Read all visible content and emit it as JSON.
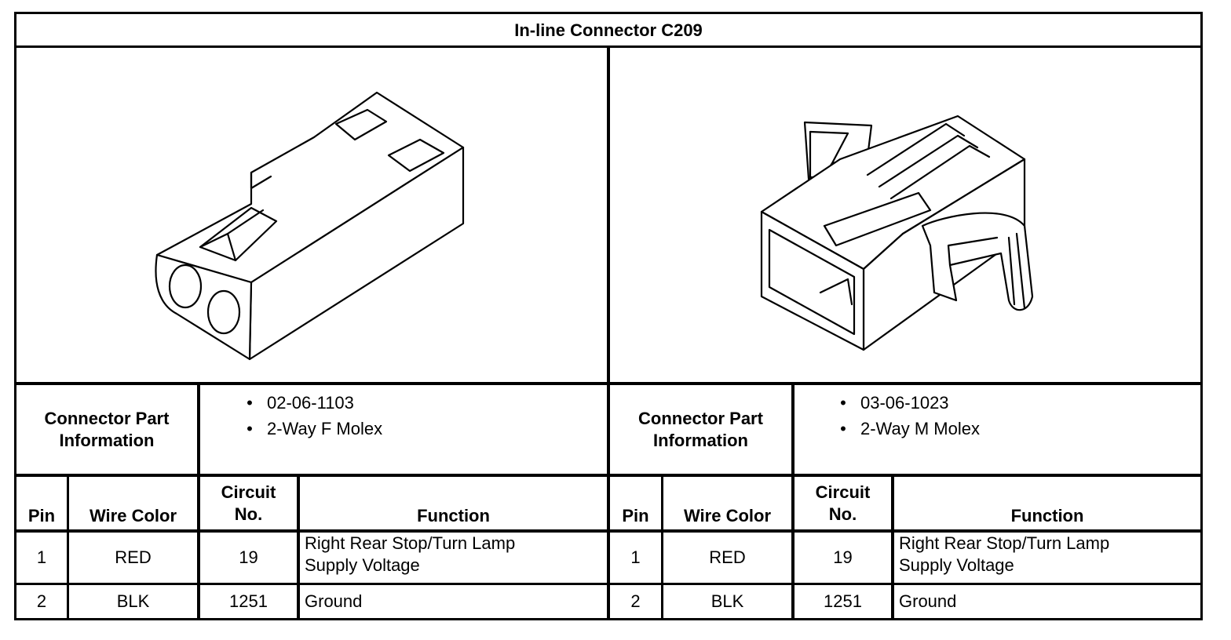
{
  "title": "In-line Connector C209",
  "connectors": [
    {
      "part_info_label": [
        "Connector Part",
        "Information"
      ],
      "part_info": [
        "02-06-1103",
        "2-Way F Molex"
      ],
      "headers": {
        "pin": "Pin",
        "wire_color": "Wire Color",
        "circuit": [
          "Circuit",
          "No."
        ],
        "function": "Function"
      },
      "rows": [
        {
          "pin": "1",
          "wire_color": "RED",
          "circuit": "19",
          "function": [
            "Right Rear Stop/Turn Lamp",
            "Supply Voltage"
          ]
        },
        {
          "pin": "2",
          "wire_color": "BLK",
          "circuit": "1251",
          "function": [
            "Ground"
          ]
        }
      ]
    },
    {
      "part_info_label": [
        "Connector Part",
        "Information"
      ],
      "part_info": [
        "03-06-1023",
        "2-Way M Molex"
      ],
      "headers": {
        "pin": "Pin",
        "wire_color": "Wire Color",
        "circuit": [
          "Circuit",
          "No."
        ],
        "function": "Function"
      },
      "rows": [
        {
          "pin": "1",
          "wire_color": "RED",
          "circuit": "19",
          "function": [
            "Right Rear Stop/Turn Lamp",
            "Supply Voltage"
          ]
        },
        {
          "pin": "2",
          "wire_color": "BLK",
          "circuit": "1251",
          "function": [
            "Ground"
          ]
        }
      ]
    }
  ],
  "bullet_glyph": "•"
}
